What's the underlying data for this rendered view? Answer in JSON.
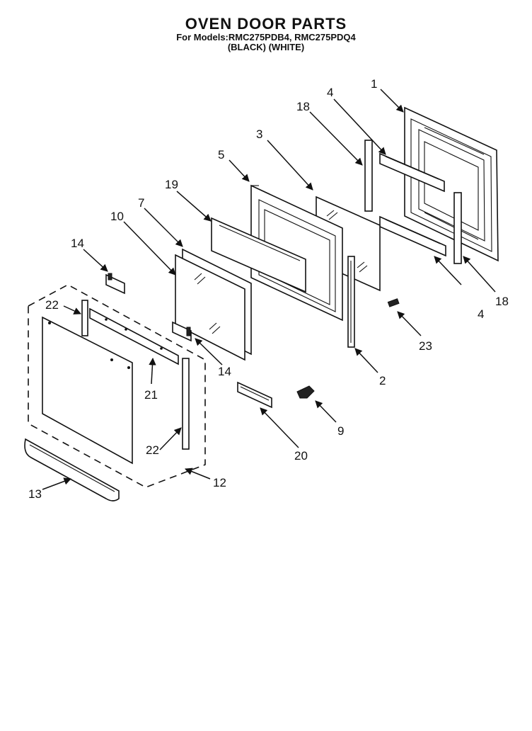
{
  "diagram": {
    "title": "OVEN DOOR PARTS",
    "models_line": "For Models:RMC275PDB4, RMC275PDQ4",
    "variants_line": "(BLACK)    (WHITE)"
  },
  "callouts": [
    {
      "id": "c1",
      "label": "1"
    },
    {
      "id": "c2",
      "label": "2"
    },
    {
      "id": "c3",
      "label": "3"
    },
    {
      "id": "c4a",
      "label": "4"
    },
    {
      "id": "c4b",
      "label": "4"
    },
    {
      "id": "c5",
      "label": "5"
    },
    {
      "id": "c7",
      "label": "7"
    },
    {
      "id": "c9",
      "label": "9"
    },
    {
      "id": "c10",
      "label": "10"
    },
    {
      "id": "c12",
      "label": "12"
    },
    {
      "id": "c13",
      "label": "13"
    },
    {
      "id": "c14a",
      "label": "14"
    },
    {
      "id": "c14b",
      "label": "14"
    },
    {
      "id": "c18a",
      "label": "18"
    },
    {
      "id": "c18b",
      "label": "18"
    },
    {
      "id": "c19",
      "label": "19"
    },
    {
      "id": "c20",
      "label": "20"
    },
    {
      "id": "c21",
      "label": "21"
    },
    {
      "id": "c22a",
      "label": "22"
    },
    {
      "id": "c22b",
      "label": "22"
    },
    {
      "id": "c23",
      "label": "23"
    }
  ]
}
